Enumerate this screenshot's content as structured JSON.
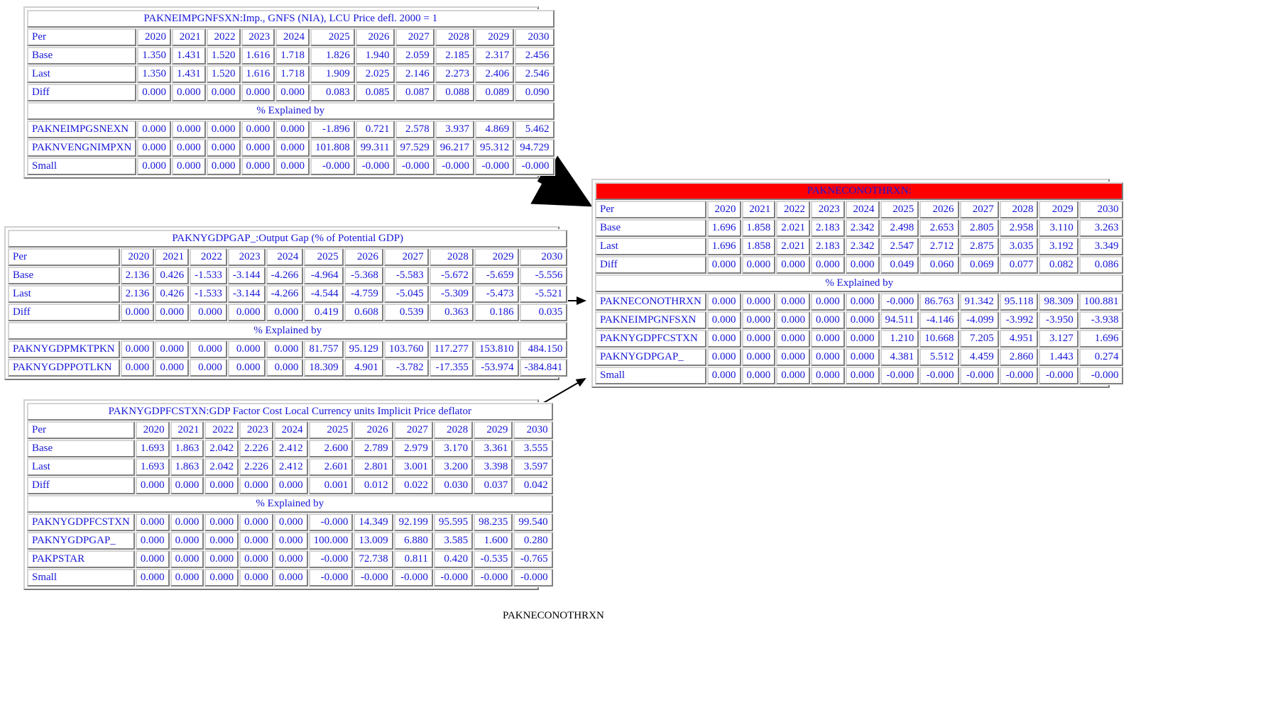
{
  "page": {
    "caption": "PAKNECONOTHRXN",
    "accent_header": "#64b5f6",
    "accent_header_focus": "#ff0000",
    "text_color": "#1616d8"
  },
  "labels": {
    "per": "Per",
    "base": "Base",
    "last": "Last",
    "diff": "Diff",
    "explained_by": "% Explained by",
    "small": "Small"
  },
  "years": [
    "2020",
    "2021",
    "2022",
    "2023",
    "2024",
    "2025",
    "2026",
    "2027",
    "2028",
    "2029",
    "2030"
  ],
  "tables": [
    {
      "id": "paknimpgnfsxn",
      "title": "PAKNEIMPGNFSXN:Imp., GNFS (NIA), LCU Price defl. 2000 = 1",
      "header_style": "blue",
      "rows": [
        {
          "label": "Base",
          "values": [
            "1.350",
            "1.431",
            "1.520",
            "1.616",
            "1.718",
            "1.826",
            "1.940",
            "2.059",
            "2.185",
            "2.317",
            "2.456"
          ]
        },
        {
          "label": "Last",
          "values": [
            "1.350",
            "1.431",
            "1.520",
            "1.616",
            "1.718",
            "1.909",
            "2.025",
            "2.146",
            "2.273",
            "2.406",
            "2.546"
          ]
        },
        {
          "label": "Diff",
          "values": [
            "0.000",
            "0.000",
            "0.000",
            "0.000",
            "0.000",
            "0.083",
            "0.085",
            "0.087",
            "0.088",
            "0.089",
            "0.090"
          ]
        }
      ],
      "explained": [
        {
          "label": "PAKNEIMPGSNEXN",
          "values": [
            "0.000",
            "0.000",
            "0.000",
            "0.000",
            "0.000",
            "-1.896",
            "0.721",
            "2.578",
            "3.937",
            "4.869",
            "5.462"
          ]
        },
        {
          "label": "PAKNVENGNIMPXN",
          "values": [
            "0.000",
            "0.000",
            "0.000",
            "0.000",
            "0.000",
            "101.808",
            "99.311",
            "97.529",
            "96.217",
            "95.312",
            "94.729"
          ]
        },
        {
          "label": "Small",
          "values": [
            "0.000",
            "0.000",
            "0.000",
            "0.000",
            "0.000",
            "-0.000",
            "-0.000",
            "-0.000",
            "-0.000",
            "-0.000",
            "-0.000"
          ]
        }
      ]
    },
    {
      "id": "paknygdpgap",
      "title": "PAKNYGDPGAP_:Output Gap (% of Potential GDP)",
      "header_style": "blue",
      "rows": [
        {
          "label": "Base",
          "values": [
            "2.136",
            "0.426",
            "-1.533",
            "-3.144",
            "-4.266",
            "-4.964",
            "-5.368",
            "-5.583",
            "-5.672",
            "-5.659",
            "-5.556"
          ]
        },
        {
          "label": "Last",
          "values": [
            "2.136",
            "0.426",
            "-1.533",
            "-3.144",
            "-4.266",
            "-4.544",
            "-4.759",
            "-5.045",
            "-5.309",
            "-5.473",
            "-5.521"
          ]
        },
        {
          "label": "Diff",
          "values": [
            "0.000",
            "0.000",
            "0.000",
            "0.000",
            "0.000",
            "0.419",
            "0.608",
            "0.539",
            "0.363",
            "0.186",
            "0.035"
          ]
        }
      ],
      "explained": [
        {
          "label": "PAKNYGDPMKTPKN",
          "values": [
            "0.000",
            "0.000",
            "0.000",
            "0.000",
            "0.000",
            "81.757",
            "95.129",
            "103.760",
            "117.277",
            "153.810",
            "484.150"
          ]
        },
        {
          "label": "PAKNYGDPPOTLKN",
          "values": [
            "0.000",
            "0.000",
            "0.000",
            "0.000",
            "0.000",
            "18.309",
            "4.901",
            "-3.782",
            "-17.355",
            "-53.974",
            "-384.841"
          ]
        }
      ]
    },
    {
      "id": "paknygdpfcstxn",
      "title": "PAKNYGDPFCSTXN:GDP Factor Cost Local Currency units Implicit Price deflator",
      "header_style": "blue",
      "rows": [
        {
          "label": "Base",
          "values": [
            "1.693",
            "1.863",
            "2.042",
            "2.226",
            "2.412",
            "2.600",
            "2.789",
            "2.979",
            "3.170",
            "3.361",
            "3.555"
          ]
        },
        {
          "label": "Last",
          "values": [
            "1.693",
            "1.863",
            "2.042",
            "2.226",
            "2.412",
            "2.601",
            "2.801",
            "3.001",
            "3.200",
            "3.398",
            "3.597"
          ]
        },
        {
          "label": "Diff",
          "values": [
            "0.000",
            "0.000",
            "0.000",
            "0.000",
            "0.000",
            "0.001",
            "0.012",
            "0.022",
            "0.030",
            "0.037",
            "0.042"
          ]
        }
      ],
      "explained": [
        {
          "label": "PAKNYGDPFCSTXN",
          "values": [
            "0.000",
            "0.000",
            "0.000",
            "0.000",
            "0.000",
            "-0.000",
            "14.349",
            "92.199",
            "95.595",
            "98.235",
            "99.540"
          ]
        },
        {
          "label": "PAKNYGDPGAP_",
          "values": [
            "0.000",
            "0.000",
            "0.000",
            "0.000",
            "0.000",
            "100.000",
            "13.009",
            "6.880",
            "3.585",
            "1.600",
            "0.280"
          ]
        },
        {
          "label": "PAKPSTAR",
          "values": [
            "0.000",
            "0.000",
            "0.000",
            "0.000",
            "0.000",
            "-0.000",
            "72.738",
            "0.811",
            "0.420",
            "-0.535",
            "-0.765"
          ]
        },
        {
          "label": "Small",
          "values": [
            "0.000",
            "0.000",
            "0.000",
            "0.000",
            "0.000",
            "-0.000",
            "-0.000",
            "-0.000",
            "-0.000",
            "-0.000",
            "-0.000"
          ]
        }
      ]
    },
    {
      "id": "pakneconothrxn",
      "title": "PAKNECONOTHRXN:",
      "header_style": "red",
      "rows": [
        {
          "label": "Base",
          "values": [
            "1.696",
            "1.858",
            "2.021",
            "2.183",
            "2.342",
            "2.498",
            "2.653",
            "2.805",
            "2.958",
            "3.110",
            "3.263"
          ]
        },
        {
          "label": "Last",
          "values": [
            "1.696",
            "1.858",
            "2.021",
            "2.183",
            "2.342",
            "2.547",
            "2.712",
            "2.875",
            "3.035",
            "3.192",
            "3.349"
          ]
        },
        {
          "label": "Diff",
          "values": [
            "0.000",
            "0.000",
            "0.000",
            "0.000",
            "0.000",
            "0.049",
            "0.060",
            "0.069",
            "0.077",
            "0.082",
            "0.086"
          ]
        }
      ],
      "explained": [
        {
          "label": "PAKNECONOTHRXN",
          "values": [
            "0.000",
            "0.000",
            "0.000",
            "0.000",
            "0.000",
            "-0.000",
            "86.763",
            "91.342",
            "95.118",
            "98.309",
            "100.881"
          ]
        },
        {
          "label": "PAKNEIMPGNFSXN",
          "values": [
            "0.000",
            "0.000",
            "0.000",
            "0.000",
            "0.000",
            "94.511",
            "-4.146",
            "-4.099",
            "-3.992",
            "-3.950",
            "-3.938"
          ]
        },
        {
          "label": "PAKNYGDPFCSTXN",
          "values": [
            "0.000",
            "0.000",
            "0.000",
            "0.000",
            "0.000",
            "1.210",
            "10.668",
            "7.205",
            "4.951",
            "3.127",
            "1.696"
          ]
        },
        {
          "label": "PAKNYGDPGAP_",
          "values": [
            "0.000",
            "0.000",
            "0.000",
            "0.000",
            "0.000",
            "4.381",
            "5.512",
            "4.459",
            "2.860",
            "1.443",
            "0.274"
          ]
        },
        {
          "label": "Small",
          "values": [
            "0.000",
            "0.000",
            "0.000",
            "0.000",
            "0.000",
            "-0.000",
            "-0.000",
            "-0.000",
            "-0.000",
            "-0.000",
            "-0.000"
          ]
        }
      ]
    }
  ]
}
